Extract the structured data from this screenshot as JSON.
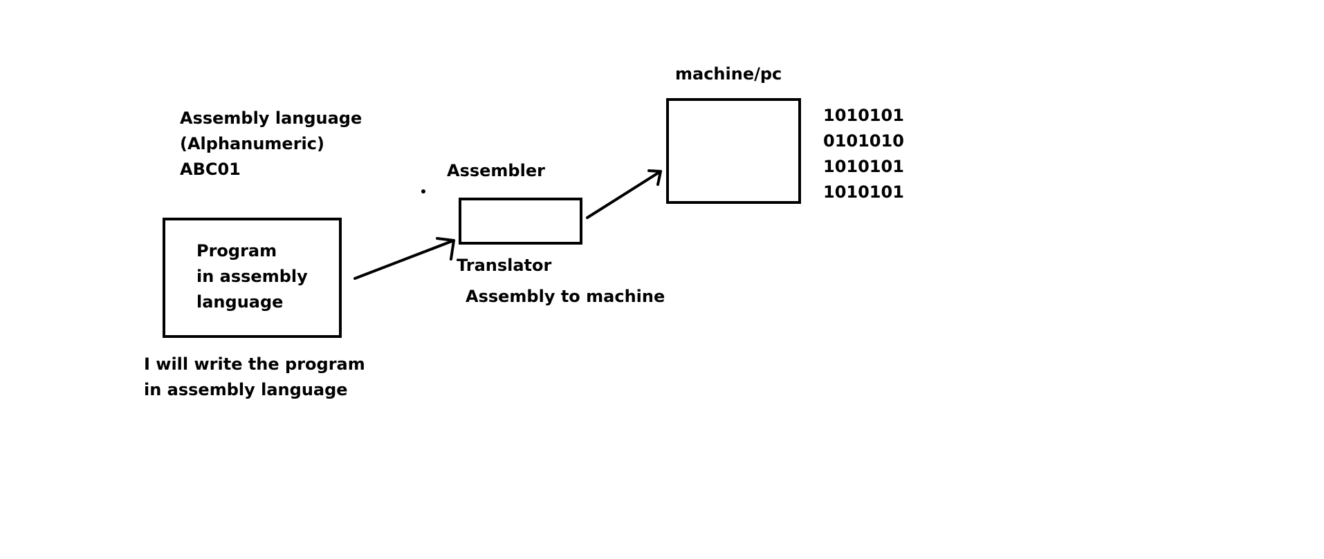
{
  "assembly_note": {
    "lines": [
      "Assembly language",
      "(Alphanumeric)",
      "ABC01"
    ]
  },
  "program_box": {
    "lines": [
      "Program",
      "in assembly",
      "language"
    ]
  },
  "writer_note": {
    "lines": [
      "I will write the program",
      "in assembly language"
    ]
  },
  "assembler": {
    "title": "Assembler",
    "below_label": "Translator",
    "description": "Assembly to machine"
  },
  "machine": {
    "title": "machine/pc",
    "binary_lines": [
      "1010101",
      "0101010",
      "1010101",
      "1010101"
    ]
  }
}
